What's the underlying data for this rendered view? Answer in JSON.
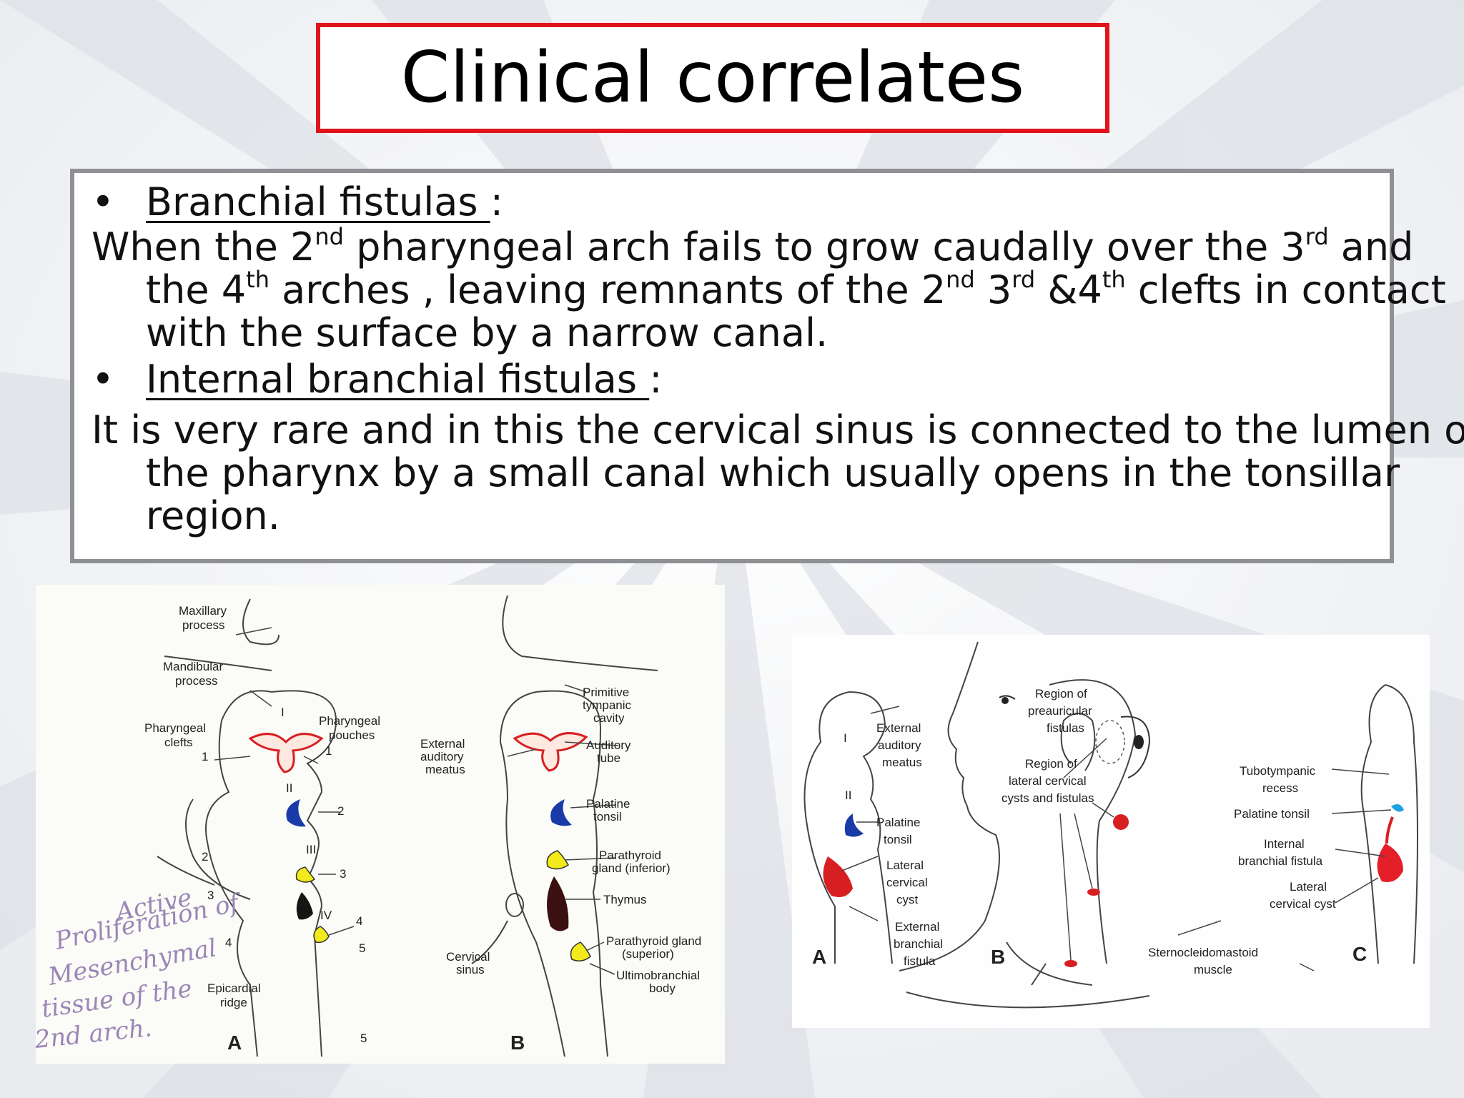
{
  "title": "Clinical correlates",
  "bullets": {
    "b1_label": "Branchial fistulas ",
    "b2_label": "Internal branchial fistulas ",
    "colon": ":"
  },
  "para1": {
    "l1_a": "When the 2",
    "l1_sup1": "nd",
    "l1_b": " pharyngeal arch fails to grow caudally over the 3",
    "l1_sup2": "rd",
    "l1_c": " and",
    "l2_a": "the 4",
    "l2_sup1": "th",
    "l2_b": " arches , leaving remnants of the 2",
    "l2_sup2": "nd",
    "l2_c": " 3",
    "l2_sup3": "rd",
    "l2_d": " &4",
    "l2_sup4": "th",
    "l2_e": " clefts in contact",
    "l3": "with the surface by a narrow canal."
  },
  "para2": {
    "l1": "It is very rare and in this the cervical sinus is connected to the lumen of",
    "l2": "the pharynx by a small canal which usually opens in the tonsillar",
    "l3": "region."
  },
  "figure_left": {
    "a": {
      "maxillary_1": "Maxillary",
      "maxillary_2": "process",
      "mandibular_1": "Mandibular",
      "mandibular_2": "process",
      "clefts_1": "Pharyngeal",
      "clefts_2": "clefts",
      "pouches_1": "Pharyngeal",
      "pouches_2": "pouches",
      "epicardial_1": "Epicardial",
      "epicardial_2": "ridge",
      "n1": "1",
      "n2": "2",
      "n3": "3",
      "n4": "4",
      "n5": "5",
      "r1": "I",
      "r2": "II",
      "r3": "III",
      "r4": "IV",
      "letter": "A"
    },
    "b": {
      "ptc_1": "Primitive",
      "ptc_2": "tympanic",
      "ptc_3": "cavity",
      "eam_1": "External",
      "eam_2": "auditory",
      "eam_3": "meatus",
      "at_1": "Auditory",
      "at_2": "tube",
      "pt_1": "Palatine",
      "pt_2": "tonsil",
      "pgi_1": "Parathyroid",
      "pgi_2": "gland (inferior)",
      "thymus": "Thymus",
      "pgs_1": "Parathyroid gland",
      "pgs_2": "(superior)",
      "cs_1": "Cervical",
      "cs_2": "sinus",
      "ub_1": "Ultimobranchial",
      "ub_2": "body",
      "letter": "B"
    },
    "handwriting": {
      "l1": "Active",
      "l2": "Proliferation of",
      "l3": "Mesenchymal",
      "l4": "tissue of the",
      "l5": "2nd arch."
    }
  },
  "figure_right": {
    "eam_1": "External",
    "eam_2": "auditory",
    "eam_3": "meatus",
    "pt_1": "Palatine",
    "pt_2": "tonsil",
    "lcc_1": "Lateral",
    "lcc_2": "cervical",
    "lcc_3": "cyst",
    "ebf_1": "External",
    "ebf_2": "branchial",
    "ebf_3": "fistula",
    "rpf_1": "Region of",
    "rpf_2": "preauricular",
    "rpf_3": "fistulas",
    "rlc_1": "Region of",
    "rlc_2": "lateral cervical",
    "rlc_3": "cysts and fistulas",
    "tr_1": "Tubotympanic",
    "tr_2": "recess",
    "pt2": "Palatine tonsil",
    "ibf_1": "Internal",
    "ibf_2": "branchial fistula",
    "lc_1": "Lateral",
    "lc_2": "cervical cyst",
    "scm_1": "Sternocleidomastoid",
    "scm_2": "muscle",
    "letter_a": "A",
    "letter_b": "B",
    "letter_c": "C",
    "r1": "I",
    "r2": "II"
  },
  "colors": {
    "title_border": "#e0141b",
    "box_border": "#8f9094",
    "red": "#d71f22",
    "blue": "#1a3aa8",
    "yellow": "#f2ea1a"
  }
}
